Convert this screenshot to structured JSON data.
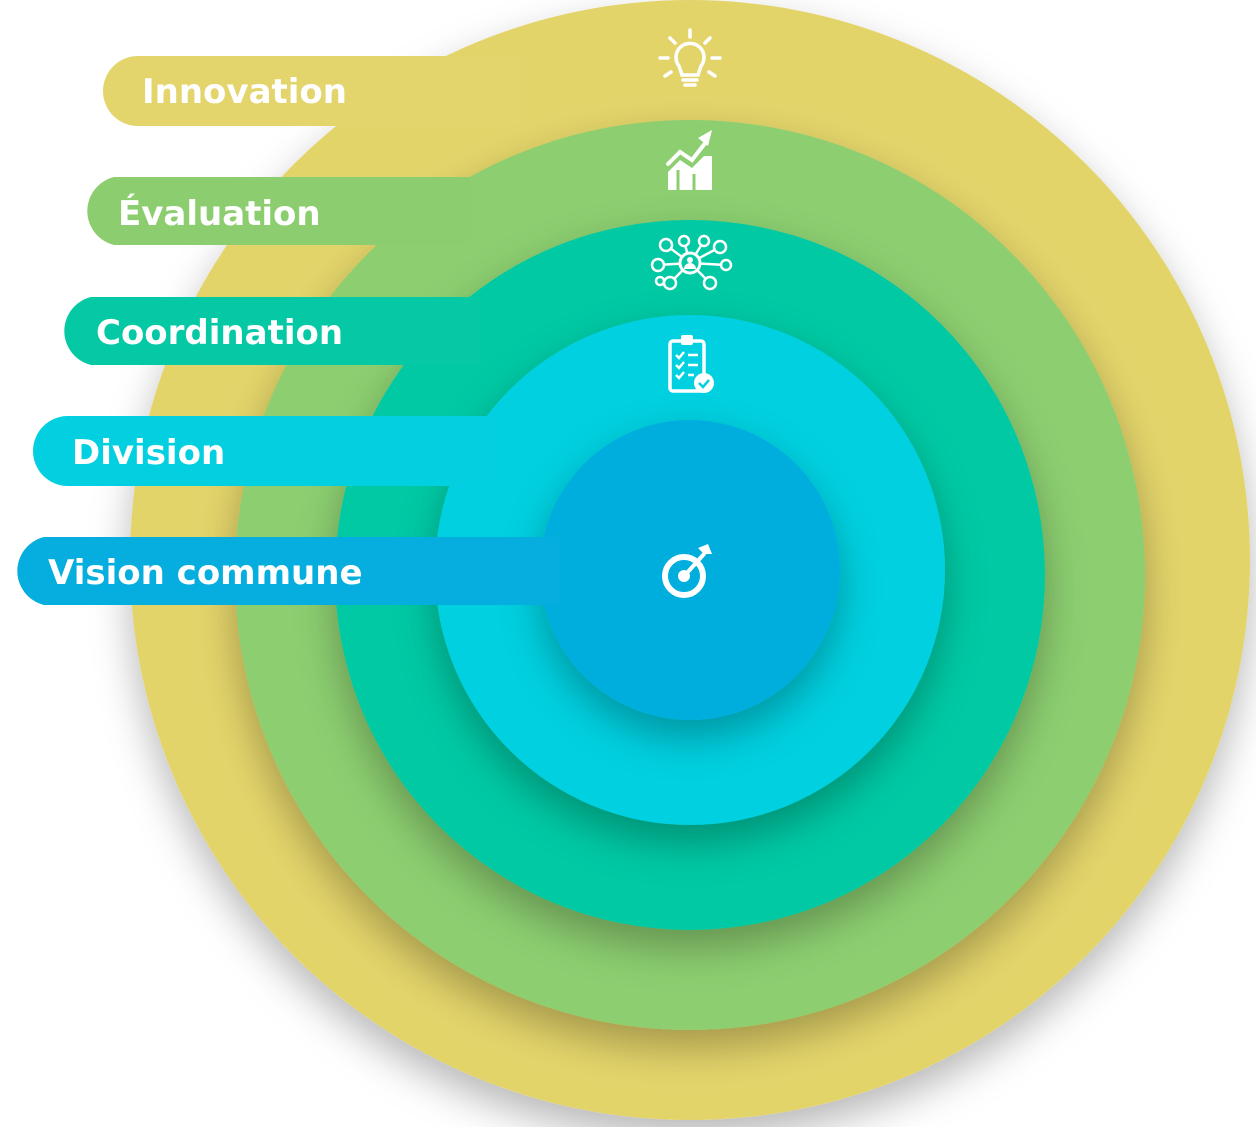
{
  "layers": [
    {
      "key": "innovation",
      "label": "Innovation",
      "color": "#e3d46b",
      "icon": "lightbulb-icon"
    },
    {
      "key": "evaluation",
      "label": "Évaluation",
      "color": "#8cce6f",
      "icon": "growth-chart-icon"
    },
    {
      "key": "coordination",
      "label": "Coordination",
      "color": "#05c9a4",
      "icon": "network-people-icon"
    },
    {
      "key": "division",
      "label": "Division",
      "color": "#02d0e0",
      "icon": "checklist-clipboard-icon"
    },
    {
      "key": "vision",
      "label": "Vision commune",
      "color": "#05aede",
      "icon": "target-arrow-icon"
    }
  ]
}
